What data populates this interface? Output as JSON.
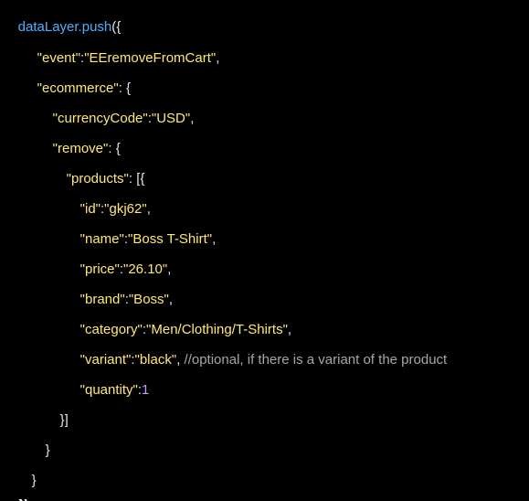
{
  "code": {
    "l1": {
      "fn": "dataLayer.push",
      "open": "({"
    },
    "l2": {
      "key": "\"event\"",
      "sep": ":",
      "val": "\"EEremoveFromCart\"",
      "trail": ","
    },
    "l3": {
      "key": "\"ecommerce\"",
      "sep": ": ",
      "open": "{"
    },
    "l4": {
      "key": "\"currencyCode\"",
      "sep": ":",
      "val": "\"USD\"",
      "trail": ","
    },
    "l5": {
      "key": "\"remove\"",
      "sep": ": ",
      "open": "{"
    },
    "l6": {
      "key": "\"products\"",
      "sep": ": ",
      "open": "[{"
    },
    "l7": {
      "key": "\"id\"",
      "sep": ":",
      "val": "\"gkj62\"",
      "trail": ","
    },
    "l8": {
      "key": "\"name\"",
      "sep": ":",
      "val": "\"Boss T-Shirt\"",
      "trail": ","
    },
    "l9": {
      "key": "\"price\"",
      "sep": ":",
      "val": "\"26.10\"",
      "trail": ","
    },
    "l10": {
      "key": "\"brand\"",
      "sep": ":",
      "val": "\"Boss\"",
      "trail": ","
    },
    "l11": {
      "key": "\"category\"",
      "sep": ":",
      "val": "\"Men/Clothing/T-Shirts\"",
      "trail": ","
    },
    "l12": {
      "key": "\"variant\"",
      "sep": ":",
      "val": "\"black\"",
      "trail": ", ",
      "comment": "//optional, if there is a variant of the product"
    },
    "l13": {
      "key": "\"quantity\"",
      "sep": ":",
      "val": "1"
    },
    "l14": {
      "close": "}]"
    },
    "l15": {
      "close": "}"
    },
    "l16": {
      "close": "}"
    },
    "l17": {
      "close": "});"
    }
  },
  "colors": {
    "background": "#000000",
    "function": "#4fb0ff",
    "string": "#ffe873",
    "punctuation": "#e4e4e4",
    "comment": "#a6a6a6",
    "number": "#c79bff"
  }
}
